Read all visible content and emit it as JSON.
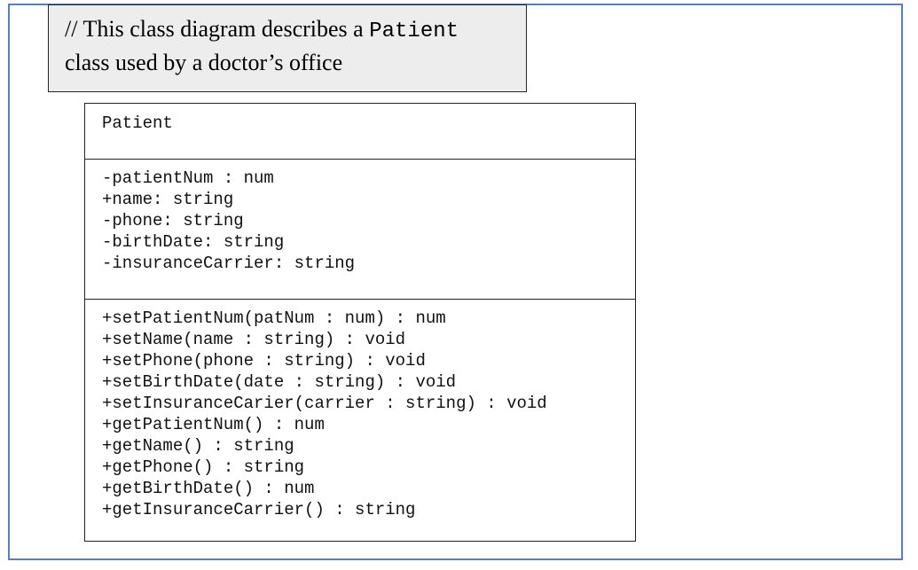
{
  "comment": {
    "line1_prefix": "// This class diagram describes a ",
    "line1_code": "Patient",
    "line2": "class used by a doctor’s office"
  },
  "uml_class": {
    "name": "Patient",
    "attributes": [
      "-patientNum : num",
      "+name: string",
      "-phone: string",
      "-birthDate: string",
      "-insuranceCarrier: string"
    ],
    "methods": [
      "+setPatientNum(patNum : num) : num",
      "+setName(name : string) : void",
      "+setPhone(phone : string) : void",
      "+setBirthDate(date : string) : void",
      "+setInsuranceCarier(carrier : string) : void",
      "+getPatientNum() : num",
      "+getName() : string",
      "+getPhone() : string",
      "+getBirthDate() : num",
      "+getInsuranceCarrier() : string"
    ]
  },
  "colors": {
    "frame_border": "#5a7fc0",
    "comment_background": "#ededed"
  }
}
